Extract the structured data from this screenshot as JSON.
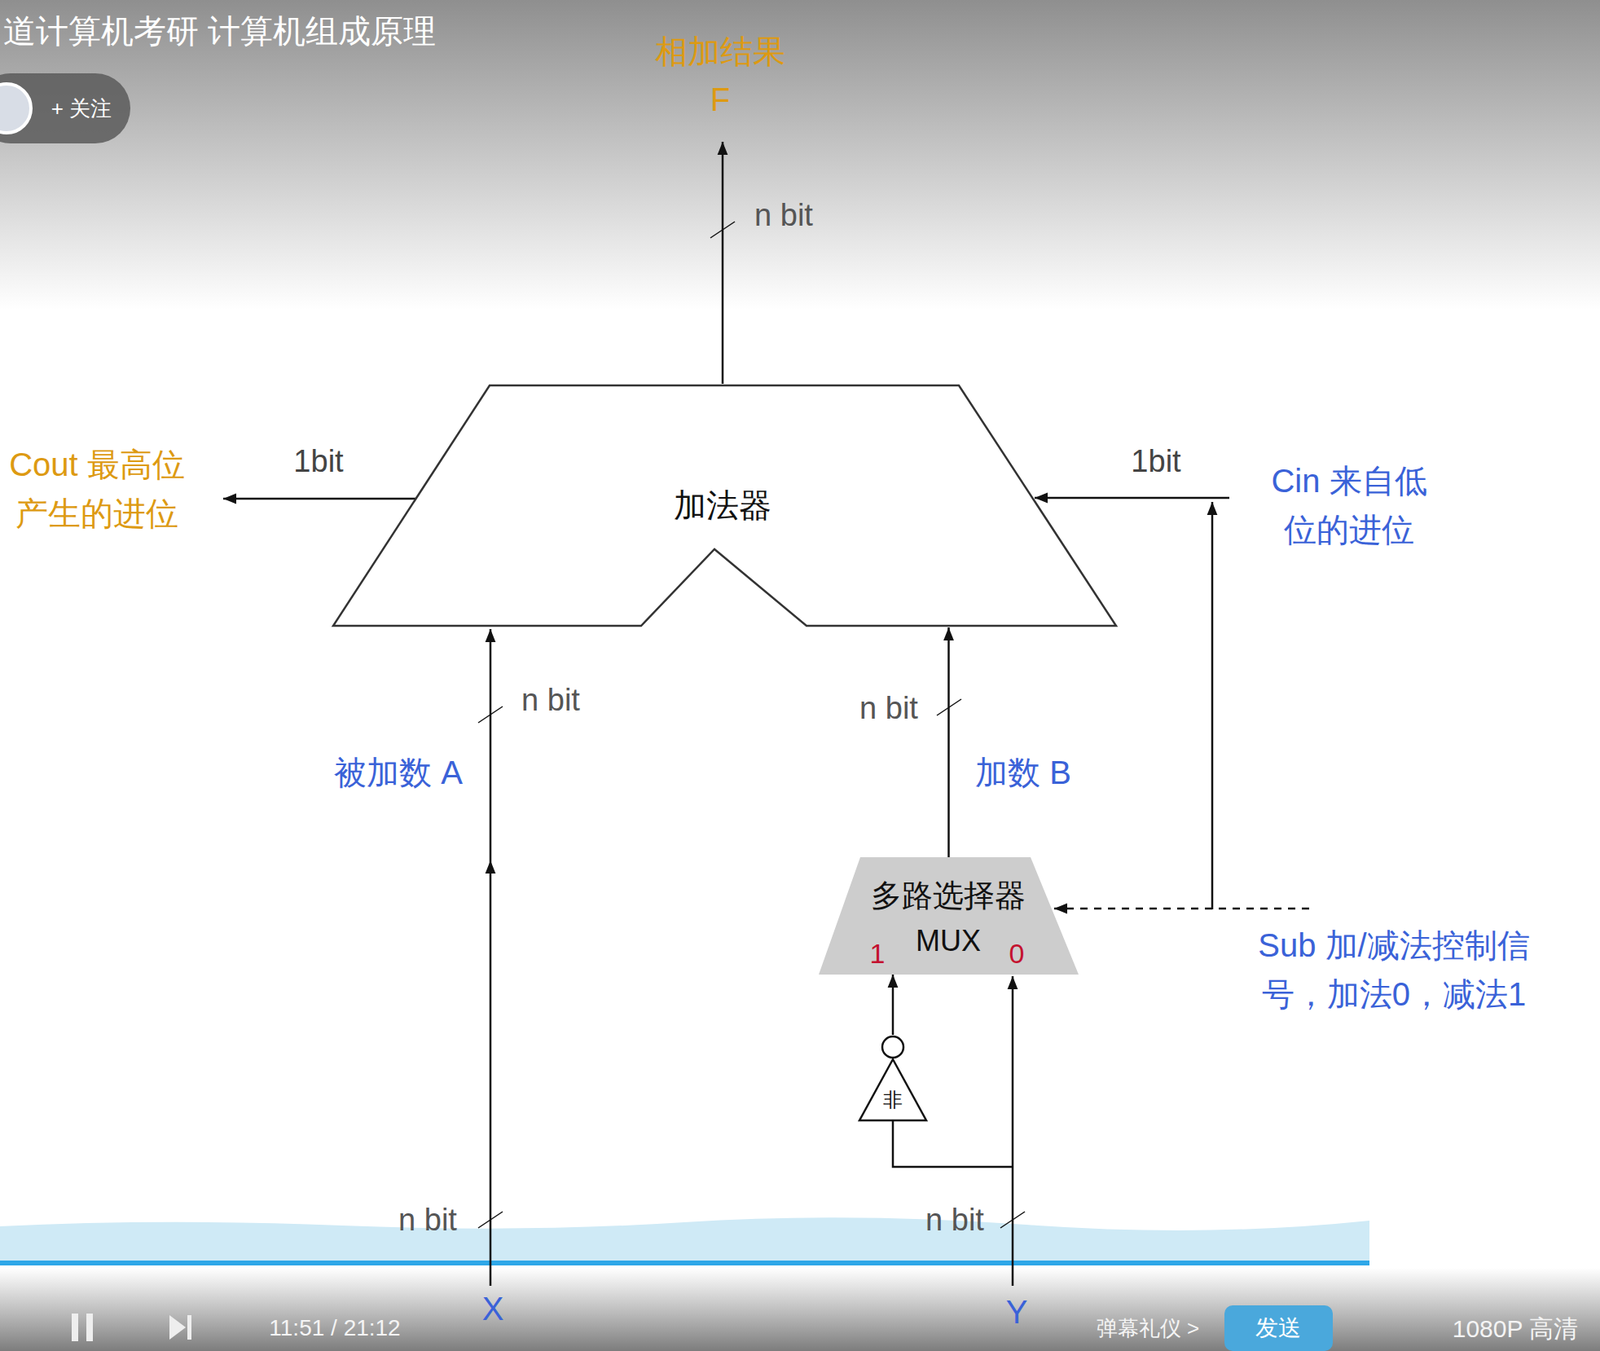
{
  "diagram": {
    "nodes": [
      {
        "text": [
          "加法器"
        ]
      },
      {
        "text": [
          "多路选择器",
          "MUX",
          "1",
          "0"
        ]
      },
      {
        "text": [
          "非"
        ]
      }
    ],
    "edges": [
      {
        "from": 2,
        "to": 1,
        "arrow": "to"
      },
      {
        "from": 1,
        "to": 0,
        "arrow": "to"
      }
    ],
    "labels": [
      "道计算机考研 计算机组成原理",
      "+ 关注",
      "相加结果",
      "F",
      "n bit",
      "1bit",
      "Cout 最高位 产生的进位",
      "1bit",
      "Cin 来自低 位的进位",
      "n bit",
      "被加数 A",
      "n bit",
      "加数 B",
      "Sub 加/减法控制信 号，加法0，减法1",
      "n bit",
      "n bit",
      "X",
      "Y",
      "11:51 / 21:12",
      "弹幕礼仪 >",
      "发送",
      "1080P 高清"
    ]
  }
}
